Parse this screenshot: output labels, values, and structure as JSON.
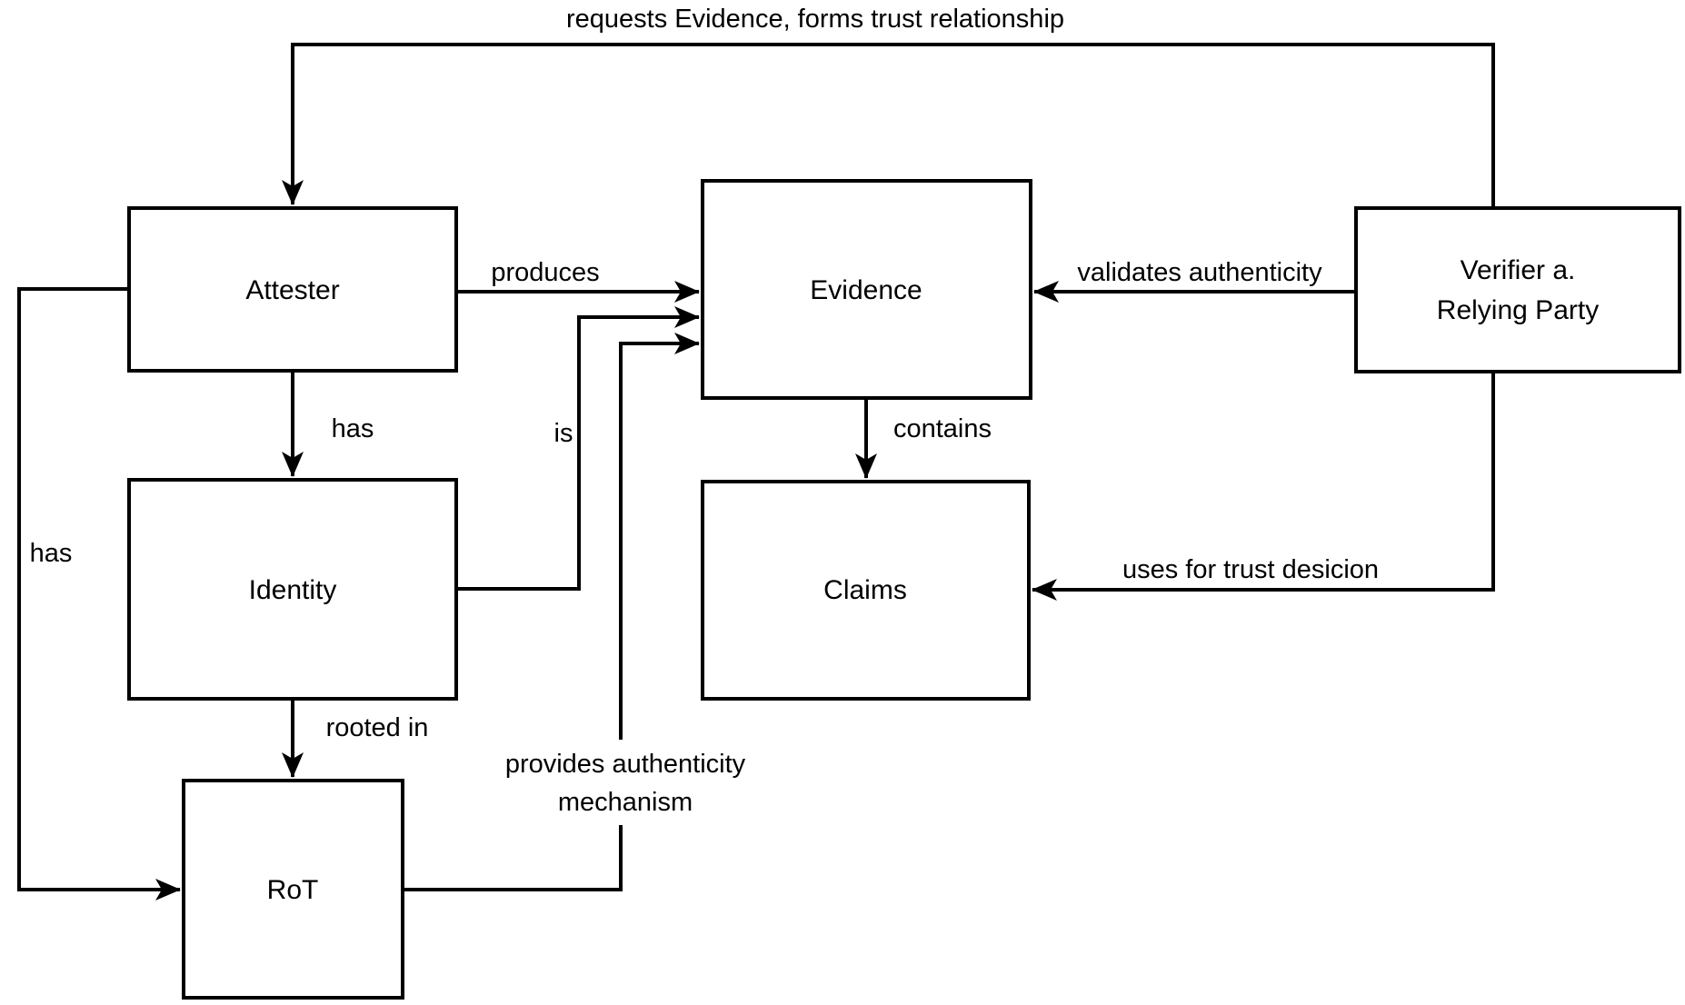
{
  "diagram": {
    "colors": {
      "stroke": "#000000",
      "background": "#ffffff"
    },
    "nodes": {
      "attester": {
        "label": "Attester"
      },
      "evidence": {
        "label": "Evidence"
      },
      "verifier": {
        "label_line1": "Verifier a.",
        "label_line2": "Relying Party"
      },
      "identity": {
        "label": "Identity"
      },
      "claims": {
        "label": "Claims"
      },
      "rot": {
        "label": "RoT"
      }
    },
    "edges": {
      "requests": {
        "label": "requests Evidence, forms trust relationship"
      },
      "produces": {
        "label": "produces"
      },
      "validates": {
        "label": "validates authenticity"
      },
      "has_identity": {
        "label": "has"
      },
      "is": {
        "label": "is"
      },
      "contains": {
        "label": "contains"
      },
      "uses": {
        "label": "uses for trust desicion"
      },
      "rooted_in": {
        "label": "rooted in"
      },
      "provides": {
        "label_line1": "provides authenticity",
        "label_line2": "mechanism"
      },
      "has_rot": {
        "label": "has"
      }
    }
  }
}
